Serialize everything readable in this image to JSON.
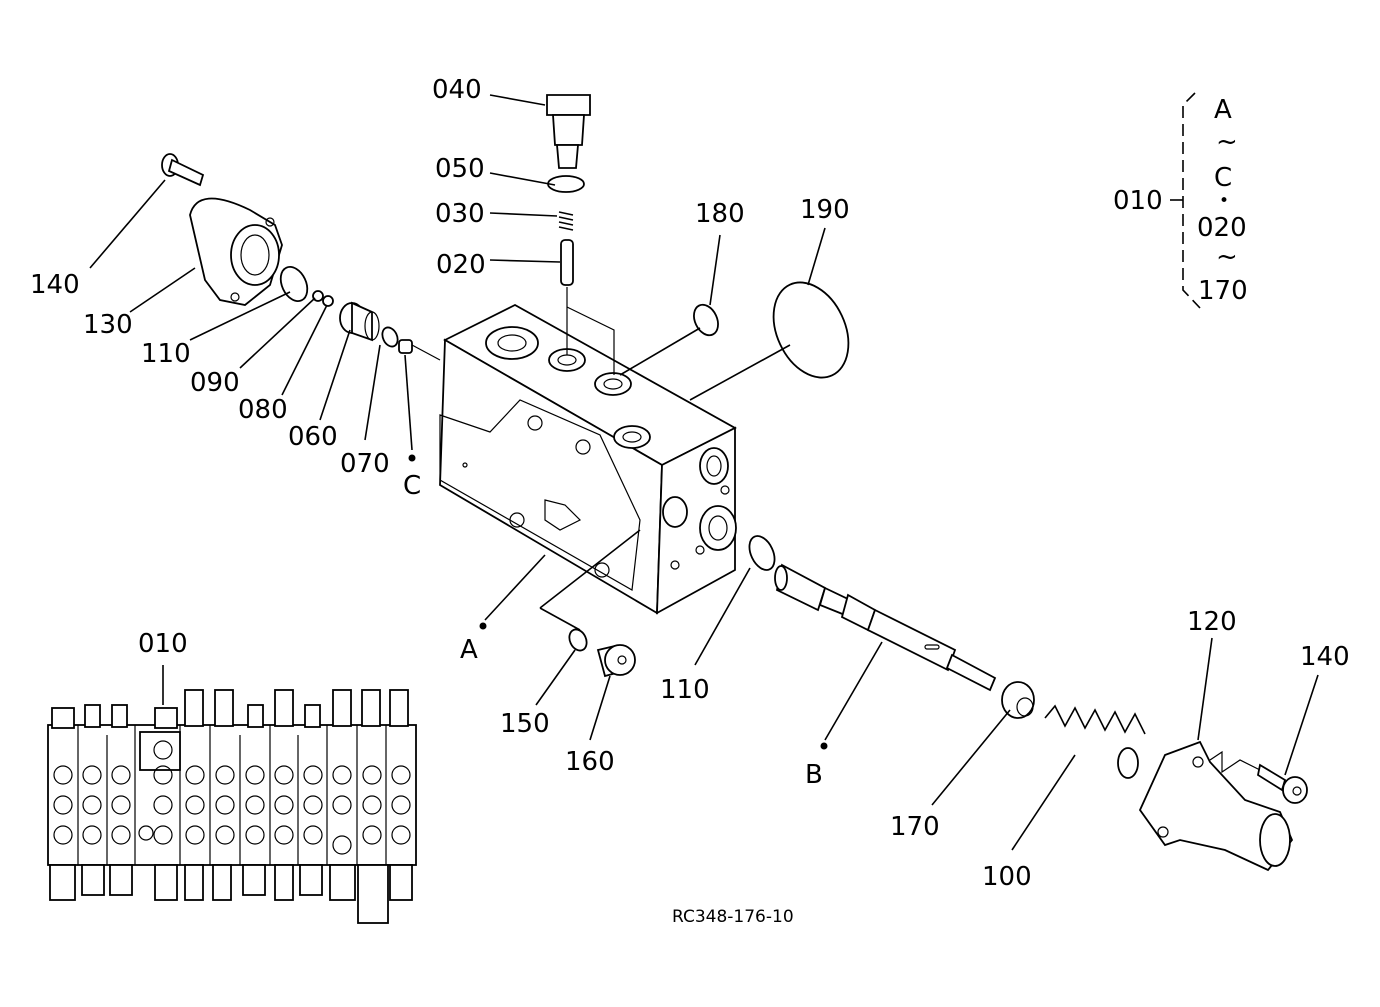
{
  "diagram": {
    "drawing_code": "RC348-176-10",
    "part_labels": {
      "p040": "040",
      "p050": "050",
      "p030": "030",
      "p020": "020",
      "p180": "180",
      "p190": "190",
      "p140_left": "140",
      "p130": "130",
      "p110_left": "110",
      "p090": "090",
      "p080": "080",
      "p060": "060",
      "p070": "070",
      "p150": "150",
      "p160": "160",
      "p110_right": "110",
      "p120": "120",
      "p140_right": "140",
      "p170": "170",
      "p100": "100",
      "p010_assembly": "010"
    },
    "reference_points": {
      "a": "A",
      "b": "B",
      "c": "C"
    },
    "legend": {
      "assembly_no": "010",
      "range_start": "A",
      "tilde_1": "~",
      "range_end": "C",
      "dot": "•",
      "part_start": "020",
      "tilde_2": "~",
      "part_end": "170"
    }
  }
}
